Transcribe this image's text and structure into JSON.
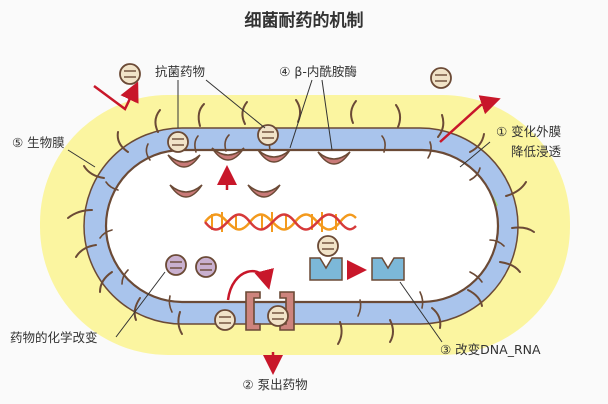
{
  "title": "细菌耐药的机制",
  "labels": {
    "antibiotic": "抗菌药物",
    "beta_lactamase": "④ β-内酰胺酶",
    "biofilm": "⑤ 生物膜",
    "outer_membrane_line1": "① 变化外膜",
    "outer_membrane_line2": "降低浸透",
    "drug_change": "药物的化学改变",
    "efflux": "② 泵出药物",
    "dna_rna": "③ 改变DNA_RNA"
  },
  "colors": {
    "background": "#fafafa",
    "biofilm": "#fbf5a0",
    "membrane_blue": "#a9c4ec",
    "membrane_green": "#9fe07a",
    "cytoplasm": "#ffffff",
    "outline": "#6b4a36",
    "arrow_red": "#c8172a",
    "enzyme": "#c97a78",
    "drug_pill": "#f1e3c8",
    "modified_drug": "#c9b0cf",
    "target": "#7cb8d8",
    "dna_orange": "#f39a1d",
    "dna_red": "#d63a3a",
    "pump": "#cd847d"
  },
  "icons": [
    "drug-pill-icon",
    "enzyme-icon",
    "dna-helix-icon",
    "efflux-pump-icon",
    "target-receptor-icon",
    "flagellum-icon"
  ]
}
